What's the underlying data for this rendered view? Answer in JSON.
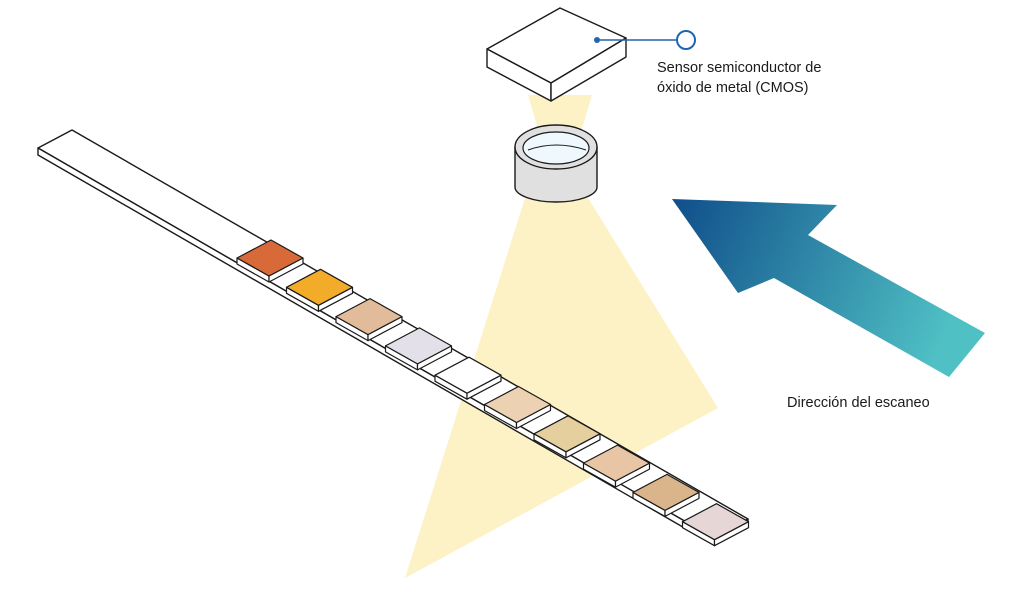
{
  "labels": {
    "sensor_line1": "Sensor semiconductor de",
    "sensor_line2": "óxido de metal (CMOS)",
    "scan_direction": "Dirección del escaneo"
  },
  "colors": {
    "light_beam": "#fdf1c6",
    "arrow_start": "#0f4e8a",
    "arrow_end": "#4fc0c4",
    "callout": "#1f65b0",
    "outline": "#1a1a1a"
  },
  "pads": [
    {
      "name": "orange-red",
      "color": "#d76a38"
    },
    {
      "name": "orange",
      "color": "#f3ab2a"
    },
    {
      "name": "light-brown",
      "color": "#e2bb9a"
    },
    {
      "name": "lavender",
      "color": "#e4e0ea"
    },
    {
      "name": "white",
      "color": "#ffffff"
    },
    {
      "name": "beige",
      "color": "#ecd2b3"
    },
    {
      "name": "sand",
      "color": "#e6cf9f"
    },
    {
      "name": "peach",
      "color": "#e8c5a5"
    },
    {
      "name": "tan",
      "color": "#dab48a"
    },
    {
      "name": "pale-pink",
      "color": "#e6d7d6"
    }
  ]
}
